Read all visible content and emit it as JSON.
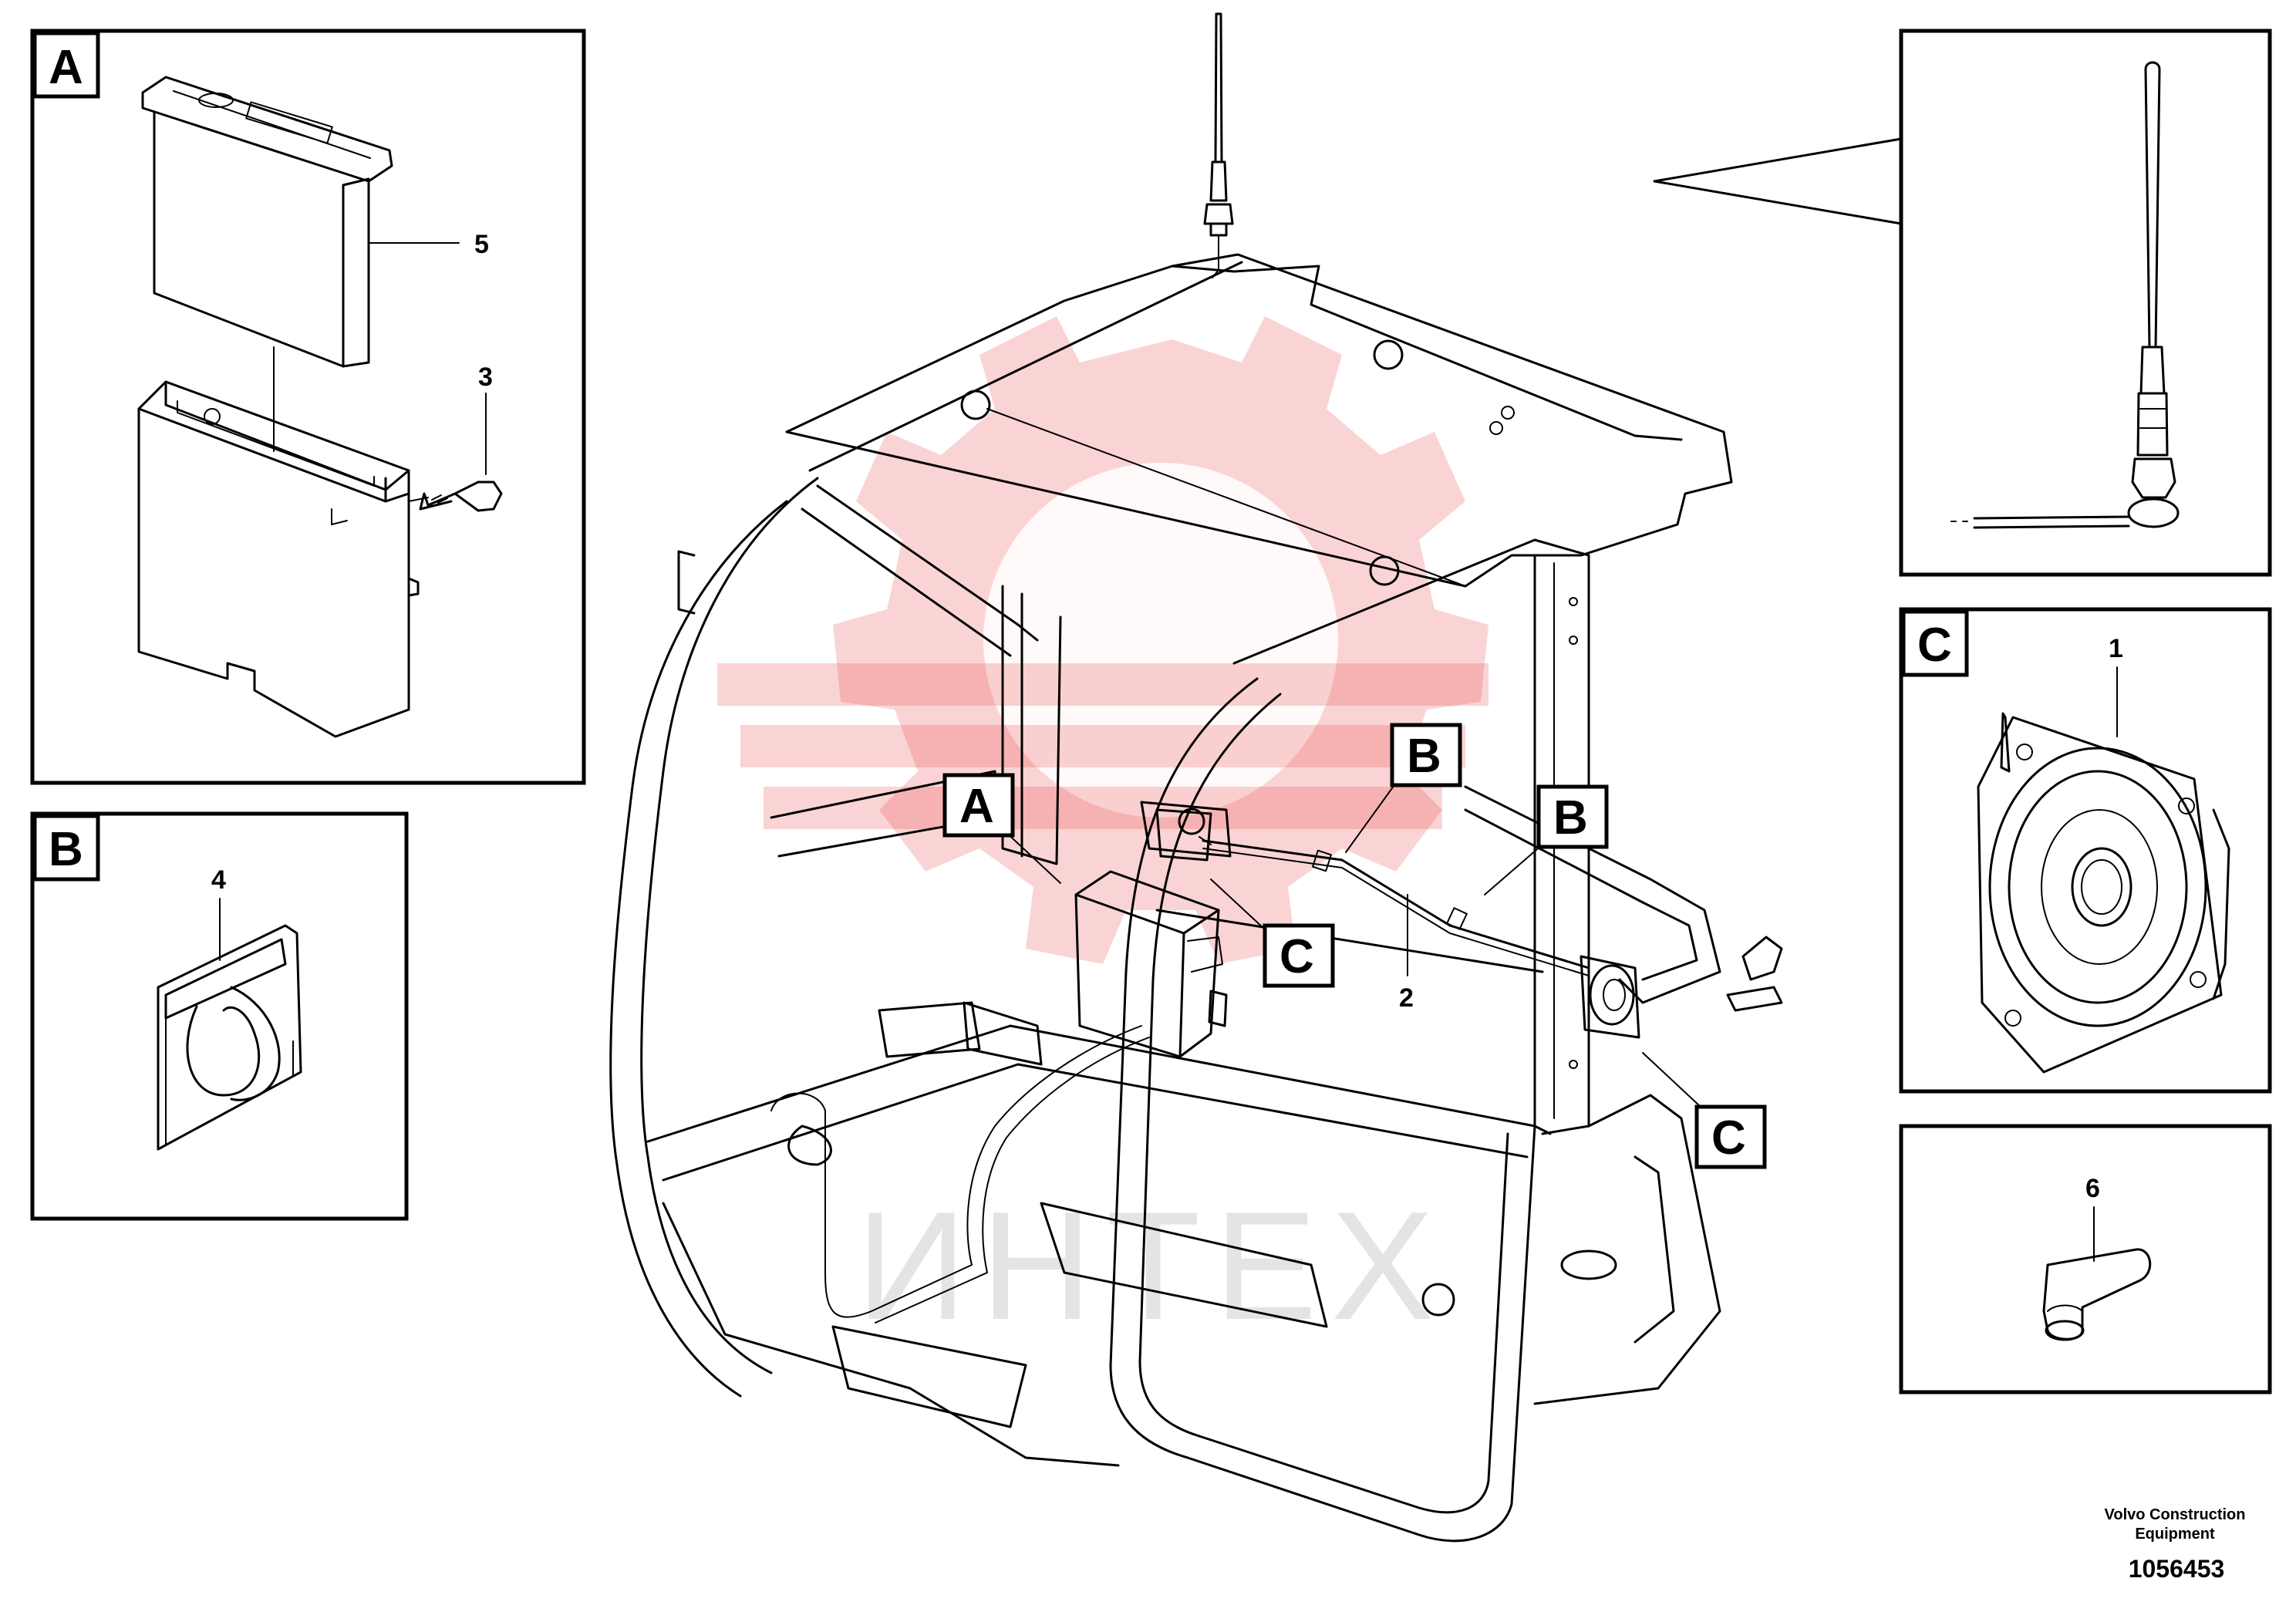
{
  "callouts": {
    "box_a": "A",
    "box_b": "B",
    "box_c": "C",
    "main_a": "A",
    "main_b1": "B",
    "main_b2": "B",
    "main_c1": "C",
    "main_c2": "C"
  },
  "parts": {
    "p1": "1",
    "p2": "2",
    "p3": "3",
    "p4": "4",
    "p5": "5",
    "p6": "6"
  },
  "watermark": "ИНТЕХ",
  "footer": {
    "manufacturer_line1": "Volvo Construction",
    "manufacturer_line2": "Equipment",
    "drawing_number": "1056453"
  }
}
